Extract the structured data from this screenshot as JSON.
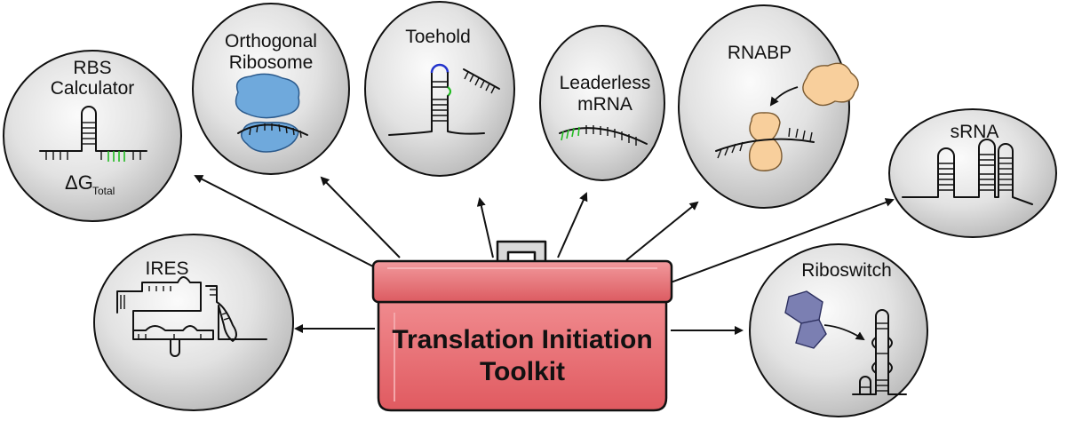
{
  "title": "Translation Initiation Toolkit",
  "title_lines": [
    "Translation Initiation",
    "Toolkit"
  ],
  "colors": {
    "toolbox_fill": "#e8646a",
    "toolbox_dark": "#c9434a",
    "bubble_fill": "#cfcfcf",
    "ribosome_blue": "#6fa9dc",
    "rnabp_fill": "#f8cf9c",
    "riboswitch_ligand": "#7b7fb2",
    "toehold_blue": "#2233cc",
    "rbs_green": "#22bb22"
  },
  "tools": [
    {
      "id": "rbs-calculator",
      "lines": [
        "RBS",
        "Calculator"
      ],
      "delta_symbol": "ΔG",
      "delta_sub": "Total"
    },
    {
      "id": "orthogonal-ribosome",
      "lines": [
        "Orthogonal",
        "Ribosome"
      ]
    },
    {
      "id": "toehold",
      "lines": [
        "Toehold"
      ]
    },
    {
      "id": "leaderless-mrna",
      "lines": [
        "Leaderless",
        "mRNA"
      ]
    },
    {
      "id": "rnabp",
      "lines": [
        "RNABP"
      ]
    },
    {
      "id": "srna",
      "lines": [
        "sRNA"
      ]
    },
    {
      "id": "ires",
      "lines": [
        "IRES"
      ]
    },
    {
      "id": "riboswitch",
      "lines": [
        "Riboswitch"
      ]
    }
  ]
}
